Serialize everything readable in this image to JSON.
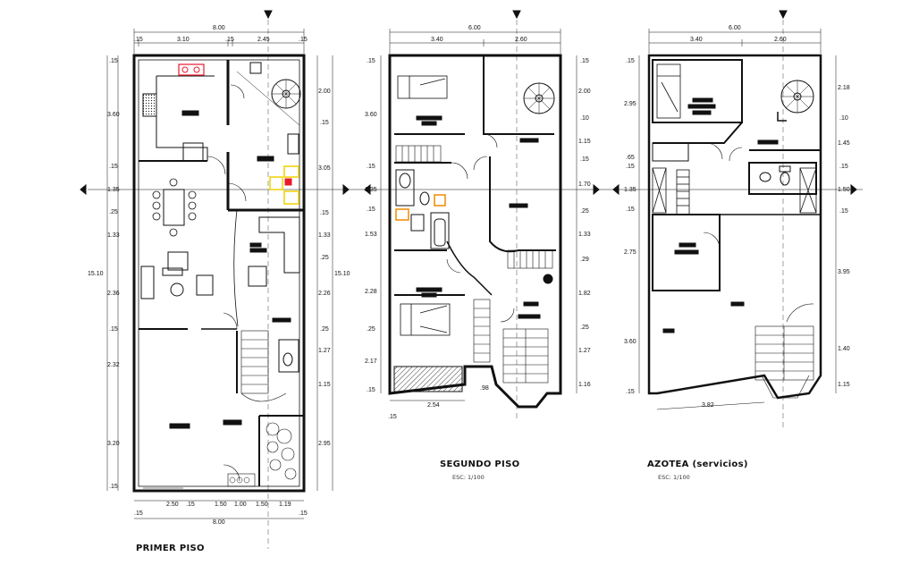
{
  "plans": [
    {
      "title": "PRIMER PISO",
      "total_width": "8.00",
      "top_dims": [
        ".15",
        "3.10",
        ".15",
        "2.45",
        ".15"
      ],
      "bottom_dims": [
        ".15",
        "2.50",
        ".15",
        "1.50",
        "1.00",
        "1.50",
        "1.19",
        ".15"
      ],
      "bottom_total": "8.00",
      "left_dims": [
        ".15",
        "3.60",
        ".15",
        "1.35",
        ".25",
        "1.33",
        "2.36",
        ".15",
        "2.32",
        "3.20",
        ".15"
      ],
      "right_dims": [
        "2.00",
        ".15",
        "3.05",
        ".15",
        "1.33",
        ".25",
        "2.26",
        ".25",
        "1.27",
        "1.15",
        "2.95"
      ],
      "total_height": "15.10"
    },
    {
      "title": "SEGUNDO PISO",
      "scale": "ESC: 1/100",
      "total_width": "6.00",
      "top_dims": [
        "3.40",
        "2.60"
      ],
      "left_dims": [
        ".15",
        "3.60",
        ".15",
        "1.35",
        ".15",
        "1.53",
        "2.28",
        ".25",
        "2.17",
        ".15"
      ],
      "right_dims": [
        ".15",
        "2.00",
        ".10",
        "1.15",
        ".15",
        "1.70",
        ".25",
        "1.33",
        ".29",
        "1.82",
        ".25",
        "1.27",
        "1.16"
      ],
      "bottom_dims": [
        "2.54",
        ".98",
        ".15"
      ]
    },
    {
      "title": "AZOTEA (servicios)",
      "scale": "ESC: 1/100",
      "total_width": "6.00",
      "top_dims": [
        "3.40",
        "2.60"
      ],
      "left_dims": [
        ".15",
        "2.95",
        ".65",
        ".15",
        "1.35",
        ".15",
        "2.75",
        "3.60",
        ".15"
      ],
      "right_dims": [
        "2.18",
        ".10",
        "1.45",
        ".15",
        "1.50",
        ".15",
        "3.95",
        "1.40",
        "1.15"
      ],
      "bottom_dims": [
        "3.82"
      ]
    }
  ],
  "symbol_colors": {
    "red": "#e8192c",
    "yellow": "#f2d200",
    "orange": "#f08a00",
    "line": "#111111"
  }
}
